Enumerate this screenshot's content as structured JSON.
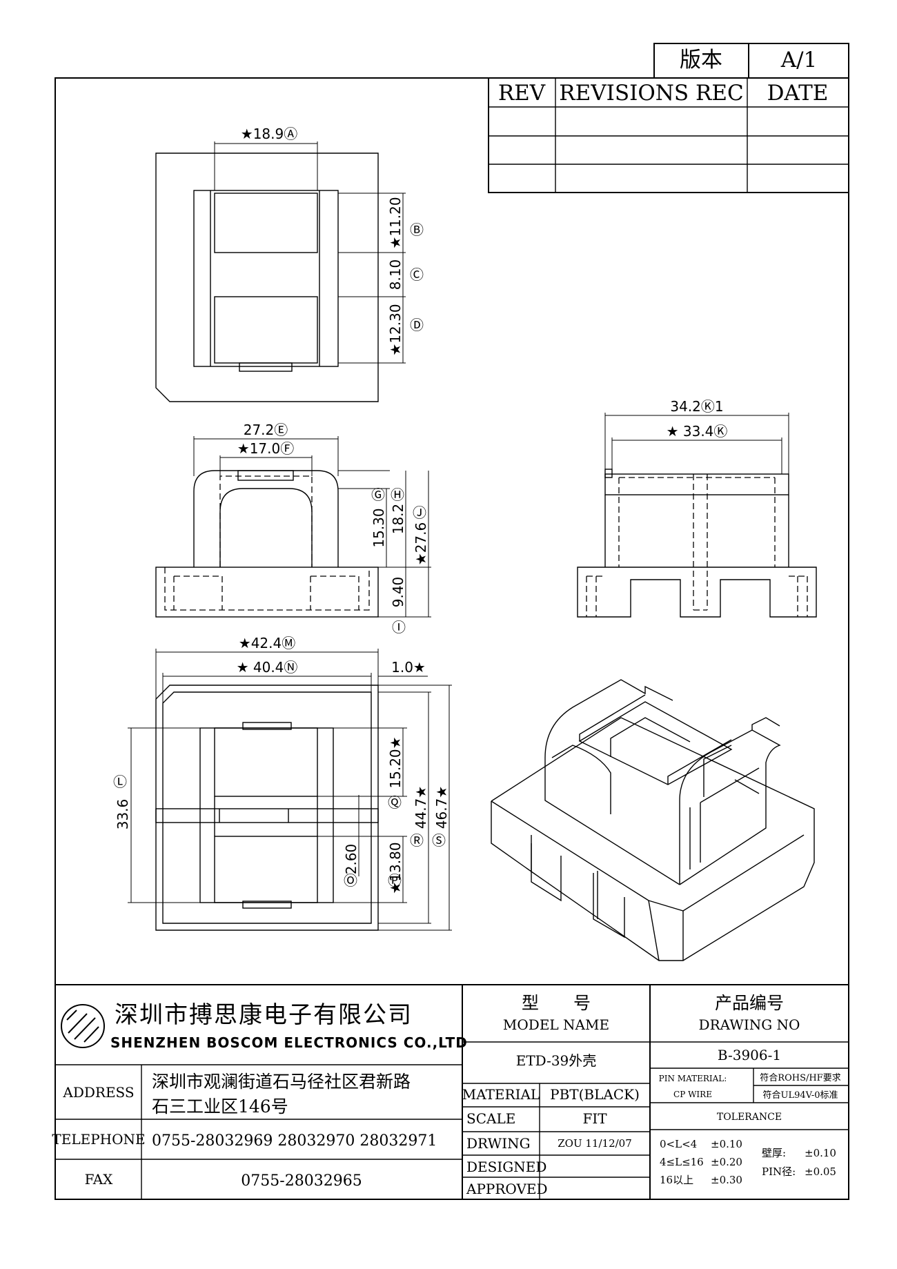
{
  "rev_box": {
    "label": "版本",
    "value": "A/1"
  },
  "revisions": {
    "rev": "REV",
    "rec": "REVISIONS REC",
    "date": "DATE"
  },
  "dims": {
    "A": "★18.9Ⓐ",
    "B": "★11.20",
    "B_mark": "Ⓑ",
    "C": "8.10",
    "C_mark": "Ⓒ",
    "D": "★12.30",
    "D_mark": "Ⓓ",
    "E": "27.2Ⓔ",
    "F": "★17.0Ⓕ",
    "G": "15.30",
    "G_mark": "Ⓖ",
    "H": "18.2",
    "H_mark": "Ⓗ",
    "J": "★27.6",
    "J_mark": "Ⓙ",
    "I": "9.40",
    "I_mark": "Ⓘ",
    "K1": "34.2Ⓚ1",
    "K": "★ 33.4Ⓚ",
    "M": "★42.4Ⓜ",
    "N": "★ 40.4Ⓝ",
    "T": "1.0★",
    "L": "33.6",
    "L_mark": "Ⓛ",
    "Q": "15.20★",
    "Q_mark": "Ⓠ",
    "R": "44.7★",
    "R_mark": "Ⓡ",
    "S": "46.7★",
    "S_mark": "Ⓢ",
    "O": "2.60",
    "O_mark": "Ⓞ",
    "P": "★13.80",
    "P_mark": "Ⓟ"
  },
  "company": {
    "name_cn": "深圳市搏思康电子有限公司",
    "name_en": "SHENZHEN BOSCOM ELECTRONICS CO.,LTD"
  },
  "model": {
    "label_cn": "型　　号",
    "label_en": "MODEL NAME",
    "value": "ETD-39外壳"
  },
  "drawing_no": {
    "label_cn": "产品编号",
    "label_en": "DRAWING NO",
    "value": "B-3906-1"
  },
  "address": {
    "label": "ADDRESS",
    "line1": "深圳市观澜街道石马径社区君新路",
    "line2": "石三工业区146号"
  },
  "telephone": {
    "label": "TELEPHONE",
    "value": "0755-28032969 28032970 28032971"
  },
  "fax": {
    "label": "FAX",
    "value": "0755-28032965"
  },
  "material": {
    "label": "MATERIAL",
    "value": "PBT(BLACK)"
  },
  "scale": {
    "label": "SCALE",
    "value": "FIT"
  },
  "drawing": {
    "label": "DRWING",
    "value": "ZOU 11/12/07"
  },
  "designed": {
    "label": "DESIGNED",
    "value": ""
  },
  "approved": {
    "label": "APPROVED",
    "value": ""
  },
  "pin_material": {
    "label1": "PIN MATERIAL:",
    "label2": "CP WIRE",
    "req1": "符合ROHS/HF要求",
    "req2": "符合UL94V-0标准"
  },
  "tolerance": {
    "title": "TOLERANCE",
    "r1": "0<L<4",
    "v1": "±0.10",
    "r2": "4≤L≤16",
    "v2": "±0.20",
    "r3": "16以上",
    "v3": "±0.30",
    "wall_label": "壁厚:",
    "wall_value": "±0.10",
    "pin_label": "PIN径:",
    "pin_value": "±0.05"
  }
}
